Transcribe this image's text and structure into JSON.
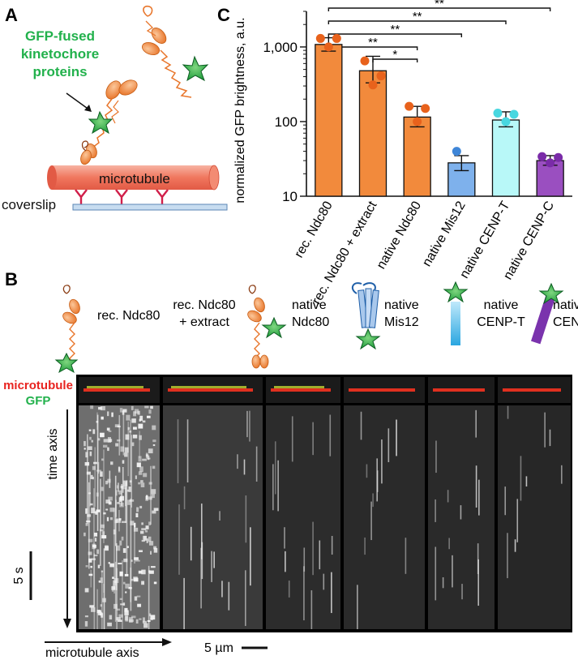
{
  "panel_a": {
    "letter": "A",
    "label_line1": "GFP-fused",
    "label_line2": "kinetochore",
    "label_line3": "proteins",
    "microtubule_label": "microtubule",
    "coverslip_label": "coverslip"
  },
  "panel_b": {
    "letter": "B",
    "headers": [
      {
        "line1": "rec. Ndc80",
        "line2": ""
      },
      {
        "line1": "rec. Ndc80",
        "line2": "+ extract"
      },
      {
        "line1": "native",
        "line2": "Ndc80"
      },
      {
        "line1": "native",
        "line2": "Mis12"
      },
      {
        "line1": "native",
        "line2": "CENP-T"
      },
      {
        "line1": "native",
        "line2": "CENP-C"
      }
    ],
    "legend_microtubule": "microtubule",
    "legend_gfp": "GFP",
    "time_axis_label": "time axis",
    "time_scale_label": "5 s",
    "microtubule_axis_label": "microtubule axis",
    "space_scale_label": "5 µm",
    "colors": {
      "microtubule": "#e8231f",
      "gfp": "#22b14c"
    }
  },
  "chart_data": {
    "type": "bar",
    "panel_letter": "C",
    "ylabel": "normalized GFP brightness, a.u.",
    "yscale": "log",
    "ylim": [
      10,
      3000
    ],
    "yticks": [
      10,
      100,
      1000
    ],
    "ytick_labels": [
      "10",
      "100",
      "1,000"
    ],
    "categories": [
      "rec. Ndc80",
      "rec. Ndc80 + extract",
      "native Ndc80",
      "native Mis12",
      "native CENP-T",
      "native CENP-C"
    ],
    "values": [
      1080,
      480,
      115,
      28,
      105,
      30
    ],
    "errors": [
      [
        880,
        1330
      ],
      [
        330,
        750
      ],
      [
        85,
        160
      ],
      [
        22,
        35
      ],
      [
        85,
        135
      ],
      [
        26,
        35
      ]
    ],
    "points": [
      [
        1300,
        1000,
        1300
      ],
      [
        650,
        310,
        410
      ],
      [
        160,
        100,
        150
      ],
      [
        40
      ],
      [
        130,
        100,
        125
      ],
      [
        34,
        28,
        33
      ]
    ],
    "colors": [
      "#f28a3c",
      "#f28a3c",
      "#f28a3c",
      "#7eb1ec",
      "#b8f8f8",
      "#9a4fc0"
    ],
    "point_colors": [
      "#e8621c",
      "#e8621c",
      "#e8621c",
      "#3f86d8",
      "#48d7e0",
      "#7a2ba8"
    ],
    "significance": [
      {
        "from": 0,
        "to": 5,
        "label": "**"
      },
      {
        "from": 0,
        "to": 4,
        "label": "**"
      },
      {
        "from": 0,
        "to": 3,
        "label": "**"
      },
      {
        "from": 0,
        "to": 2,
        "label": "**"
      },
      {
        "from": 1,
        "to": 2,
        "label": "*"
      }
    ]
  }
}
